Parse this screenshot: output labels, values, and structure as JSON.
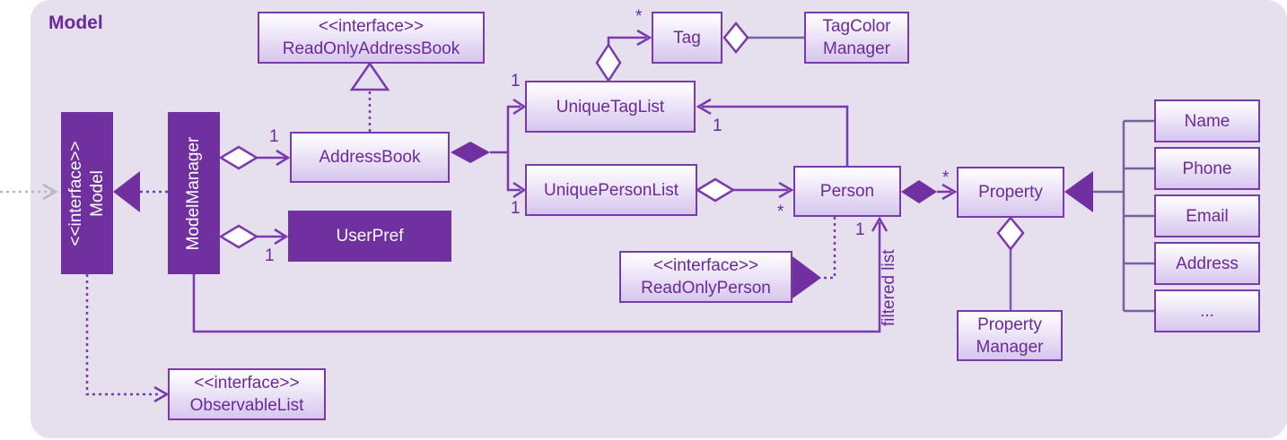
{
  "frame": {
    "title": "Model"
  },
  "classes": {
    "model": {
      "stereotype": "<<interface>>",
      "name": "Model"
    },
    "model_manager": {
      "name": "ModelManager"
    },
    "read_only_address_book": {
      "stereotype": "<<interface>>",
      "name": "ReadOnlyAddressBook"
    },
    "address_book": {
      "name": "AddressBook"
    },
    "user_pref": {
      "name": "UserPref"
    },
    "tag": {
      "name": "Tag"
    },
    "tag_color_manager": {
      "line1": "TagColor",
      "line2": "Manager"
    },
    "unique_tag_list": {
      "name": "UniqueTagList"
    },
    "unique_person_list": {
      "name": "UniquePersonList"
    },
    "person": {
      "name": "Person"
    },
    "read_only_person": {
      "stereotype": "<<interface>>",
      "name": "ReadOnlyPerson"
    },
    "property": {
      "name": "Property"
    },
    "property_manager": {
      "line1": "Property",
      "line2": "Manager"
    },
    "observable_list": {
      "stereotype": "<<interface>>",
      "name": "ObservableList"
    },
    "name": {
      "name": "Name"
    },
    "phone": {
      "name": "Phone"
    },
    "email": {
      "name": "Email"
    },
    "address": {
      "name": "Address"
    },
    "more": {
      "name": "..."
    }
  },
  "multiplicities": {
    "addressbook_one": "1",
    "userpref_one": "1",
    "tag_many": "*",
    "uniquetaglist_one_left": "1",
    "uniquetaglist_one_right": "1",
    "uniquepersonlist_one": "1",
    "person_many": "*",
    "person_one": "1",
    "property_many": "*"
  },
  "edge_labels": {
    "filtered_list": "filtered list"
  },
  "colors": {
    "frame_bg": "#e5dfee",
    "accent": "#7030a0",
    "line": "#7a3aae",
    "gray_line": "#7a60a0"
  }
}
